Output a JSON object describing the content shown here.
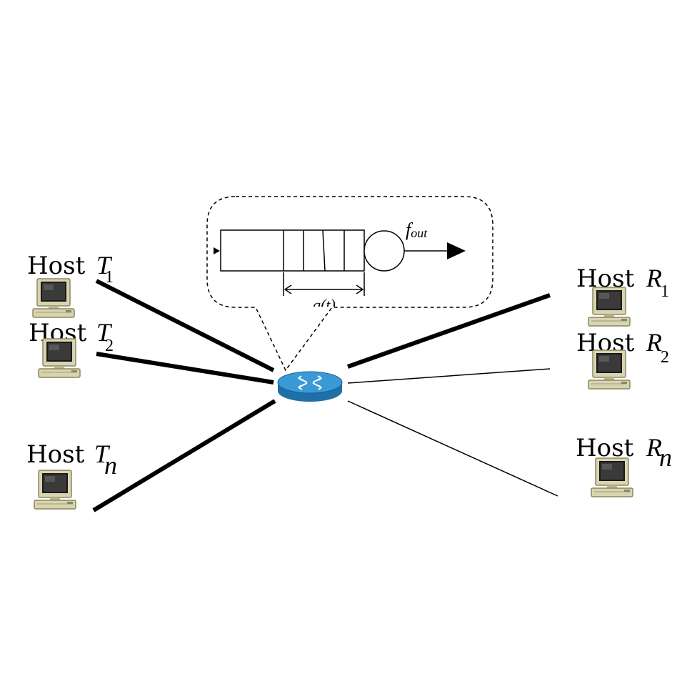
{
  "hosts": {
    "senders": [
      {
        "word": "Host",
        "var": "T",
        "sub": "1"
      },
      {
        "word": "Host",
        "var": "T",
        "sub": "2"
      },
      {
        "word": "Host",
        "var": "T",
        "sub": "n"
      }
    ],
    "receivers": [
      {
        "word": "Host",
        "var": "R",
        "sub": "1"
      },
      {
        "word": "Host",
        "var": "R",
        "sub": "2"
      },
      {
        "word": "Host",
        "var": "R",
        "sub": "n"
      }
    ]
  },
  "queue": {
    "output_rate": {
      "main": "f",
      "sub": "out"
    },
    "queue_length_label": "q(t)"
  },
  "colors": {
    "router_top": "#3a9ad6",
    "router_side": "#1f6fa8",
    "monitor_body": "#d8d4b0",
    "monitor_screen": "#1a1a1a"
  }
}
